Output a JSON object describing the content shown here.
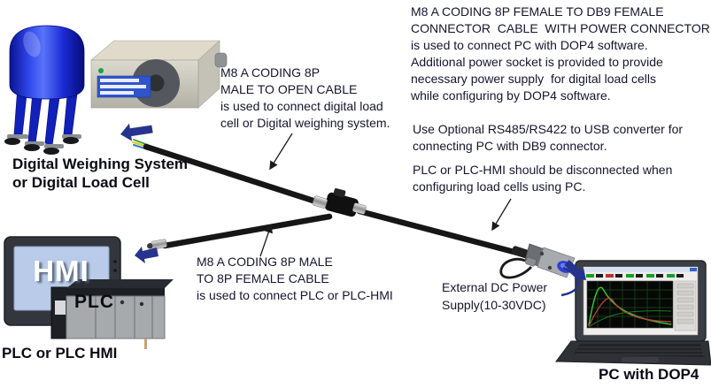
{
  "annotations": {
    "open_cable": "M8 A CODING 8P\nMALE TO OPEN CABLE\nis used to connect digital load\ncell or Digital weighing system.",
    "db9_cable": "M8 A CODING 8P FEMALE TO DB9 FEMALE\nCONNECTOR  CABLE  WITH POWER CONNECTOR\nis used to connect PC with DOP4 software.\nAdditional power socket is provided to provide\nnecessary power supply  for digital load cells\nwhile configuring by DOP4 software.",
    "rs485_note": "Use Optional RS485/RS422 to USB converter for\nconnecting PC with DB9 connector.",
    "plc_disconnect_note": "PLC or PLC-HMI should be disconnected when\nconfiguring load cells using PC.",
    "plc_cable": "M8 A CODING 8P MALE\nTO 8P FEMALE CABLE\nis used to connect PLC or PLC-HMI",
    "power_supply": "External DC Power\nSupply(10-30VDC)"
  },
  "device_labels": {
    "weighing_system": "Digital Weighing System\nor Digital Load Cell",
    "plc": "PLC or PLC HMI",
    "pc": "PC with DOP4",
    "hmi_screen": "HMI",
    "plc_front": "PLC"
  },
  "colors": {
    "annotation_text": "#15152e",
    "label_text": "#0a0a14",
    "arrow_blue": "#26348f",
    "tank_blue": "#1b2bd4",
    "cable_black": "#161616",
    "hmi_screen_blue": "#b9cbe8",
    "db9_face_blue": "#2e3fd4"
  }
}
